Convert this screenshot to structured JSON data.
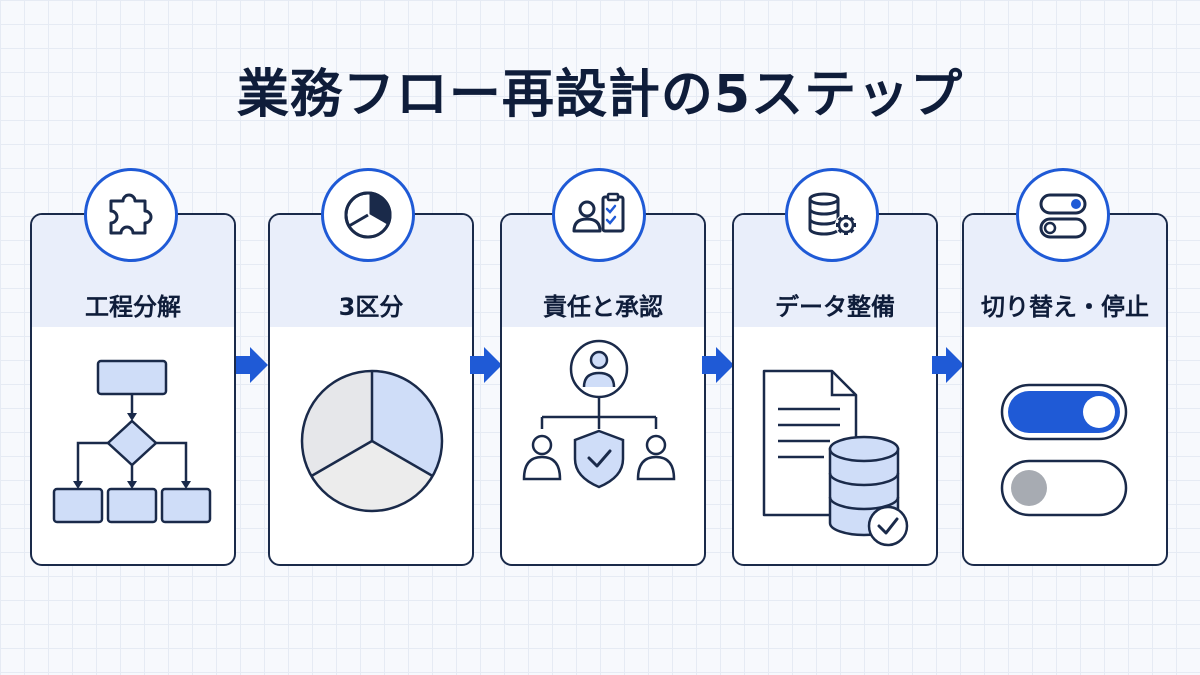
{
  "title": "業務フロー再設計の5ステップ",
  "steps": [
    {
      "label": "工程分解",
      "icon": "puzzle-piece-icon",
      "illustration": "flowchart"
    },
    {
      "label": "3区分",
      "icon": "pie-chart-icon",
      "illustration": "pie-chart-three-segments"
    },
    {
      "label": "責任と承認",
      "icon": "user-checklist-icon",
      "illustration": "person-hierarchy-with-shield"
    },
    {
      "label": "データ整備",
      "icon": "database-gear-icon",
      "illustration": "document-database-check"
    },
    {
      "label": "切り替え・停止",
      "icon": "toggle-switches-icon",
      "illustration": "on-off-toggles"
    }
  ],
  "colors": {
    "accent": "#1f5ad6",
    "dark": "#1a2a4a",
    "light_blue": "#cfddf8",
    "header_bg": "#e9eefa",
    "grey": "#9aa0a8"
  }
}
